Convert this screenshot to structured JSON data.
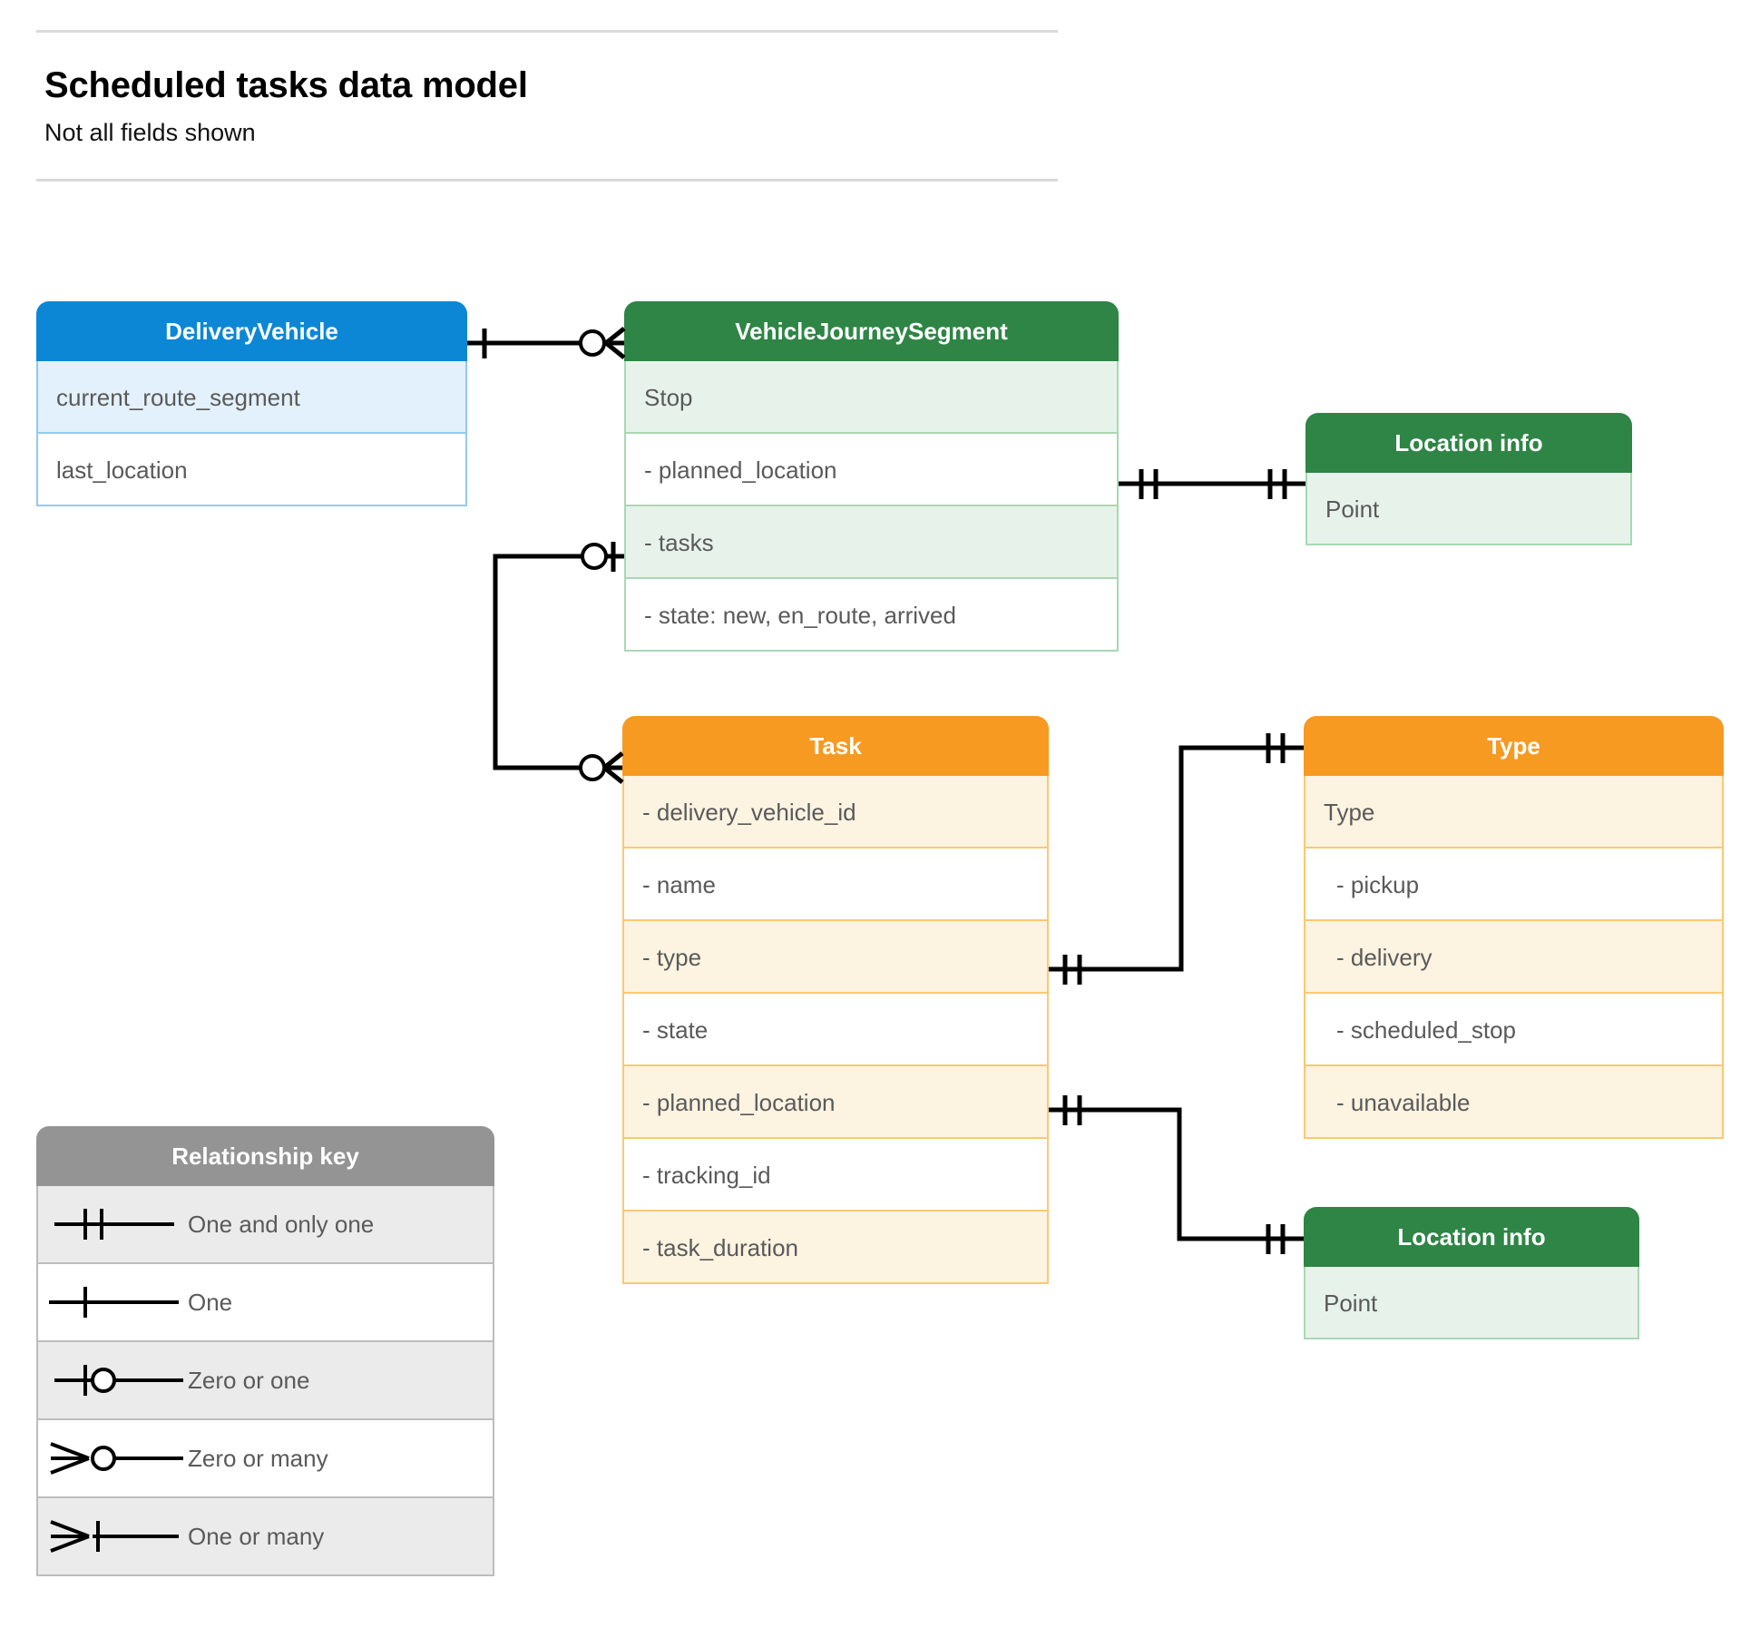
{
  "document": {
    "title": "Scheduled tasks data model",
    "subtitle": "Not all fields shown"
  },
  "colors": {
    "blue_header": "#0b87d6",
    "blue_row": "#e3f1fc",
    "green_header": "#2e8545",
    "green_row": "#e7f3ea",
    "orange_header": "#f79a21",
    "orange_row": "#fdf3e1",
    "gray_header": "#949494",
    "gray_row": "#ebebeb",
    "text": "#5a5a5a",
    "connector": "#000000"
  },
  "entities": {
    "delivery_vehicle": {
      "title": "DeliveryVehicle",
      "rows": [
        "current_route_segment",
        "last_location"
      ]
    },
    "vehicle_journey_segment": {
      "title": "VehicleJourneySegment",
      "rows": [
        "Stop",
        "-  planned_location",
        "- tasks",
        "- state: new, en_route, arrived"
      ]
    },
    "location_info_top": {
      "title": "Location info",
      "rows": [
        "Point"
      ]
    },
    "location_info_bottom": {
      "title": "Location info",
      "rows": [
        "Point"
      ]
    },
    "task": {
      "title": "Task",
      "rows": [
        "- delivery_vehicle_id",
        "- name",
        "- type",
        "- state",
        "- planned_location",
        "- tracking_id",
        "- task_duration"
      ]
    },
    "type": {
      "title": "Type",
      "rows": [
        "Type",
        "-  pickup",
        "-  delivery",
        "-  scheduled_stop",
        "-  unavailable"
      ]
    }
  },
  "legend": {
    "title": "Relationship key",
    "items": [
      {
        "symbol": "one-and-only-one",
        "label": "One and only one"
      },
      {
        "symbol": "one",
        "label": "One"
      },
      {
        "symbol": "zero-or-one",
        "label": "Zero or one"
      },
      {
        "symbol": "zero-or-many",
        "label": "Zero or many"
      },
      {
        "symbol": "one-or-many",
        "label": "One or many"
      }
    ]
  },
  "relationships": [
    {
      "name": "deliveryvehicle-to-vehiclejourneysegment",
      "from": "DeliveryVehicle",
      "to": "VehicleJourneySegment",
      "from_cardinality": "one",
      "to_cardinality": "zero-or-many"
    },
    {
      "name": "vehiclejourneysegment-planned-location-to-location-info",
      "from": "VehicleJourneySegment.planned_location",
      "to": "Location info",
      "from_cardinality": "one-and-only-one",
      "to_cardinality": "one-and-only-one"
    },
    {
      "name": "vehiclejourneysegment-tasks-to-task",
      "from": "VehicleJourneySegment.tasks",
      "to": "Task",
      "from_cardinality": "zero-or-one",
      "to_cardinality": "zero-or-many"
    },
    {
      "name": "task-type-to-type",
      "from": "Task.type",
      "to": "Type",
      "from_cardinality": "one-and-only-one",
      "to_cardinality": "one-and-only-one"
    },
    {
      "name": "task-planned-location-to-location-info",
      "from": "Task.planned_location",
      "to": "Location info",
      "from_cardinality": "one-and-only-one",
      "to_cardinality": "one-and-only-one"
    }
  ]
}
